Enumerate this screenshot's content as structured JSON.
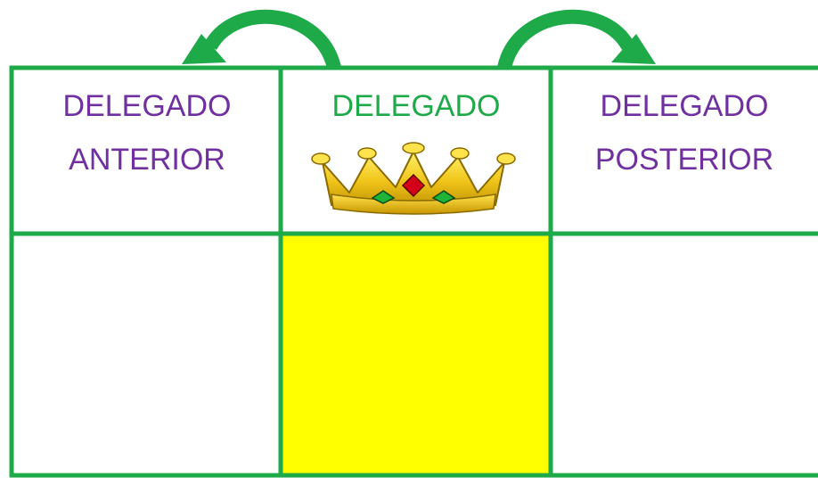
{
  "colors": {
    "border": "#1faa4a",
    "arrow": "#1faa4a",
    "highlight": "#ffff00",
    "text_purple": "#7030a0",
    "text_green": "#1faa4a"
  },
  "cells": {
    "left": {
      "line1": "DELEGADO",
      "line2": "ANTERIOR"
    },
    "center": {
      "line1": "DELEGADO",
      "icon": "crown-icon"
    },
    "right": {
      "line1": "DELEGADO",
      "line2": "POSTERIOR"
    }
  },
  "arrows": [
    {
      "from": "center",
      "to": "left",
      "icon": "curved-arrow-left-icon"
    },
    {
      "from": "center",
      "to": "right",
      "icon": "curved-arrow-right-icon"
    }
  ]
}
